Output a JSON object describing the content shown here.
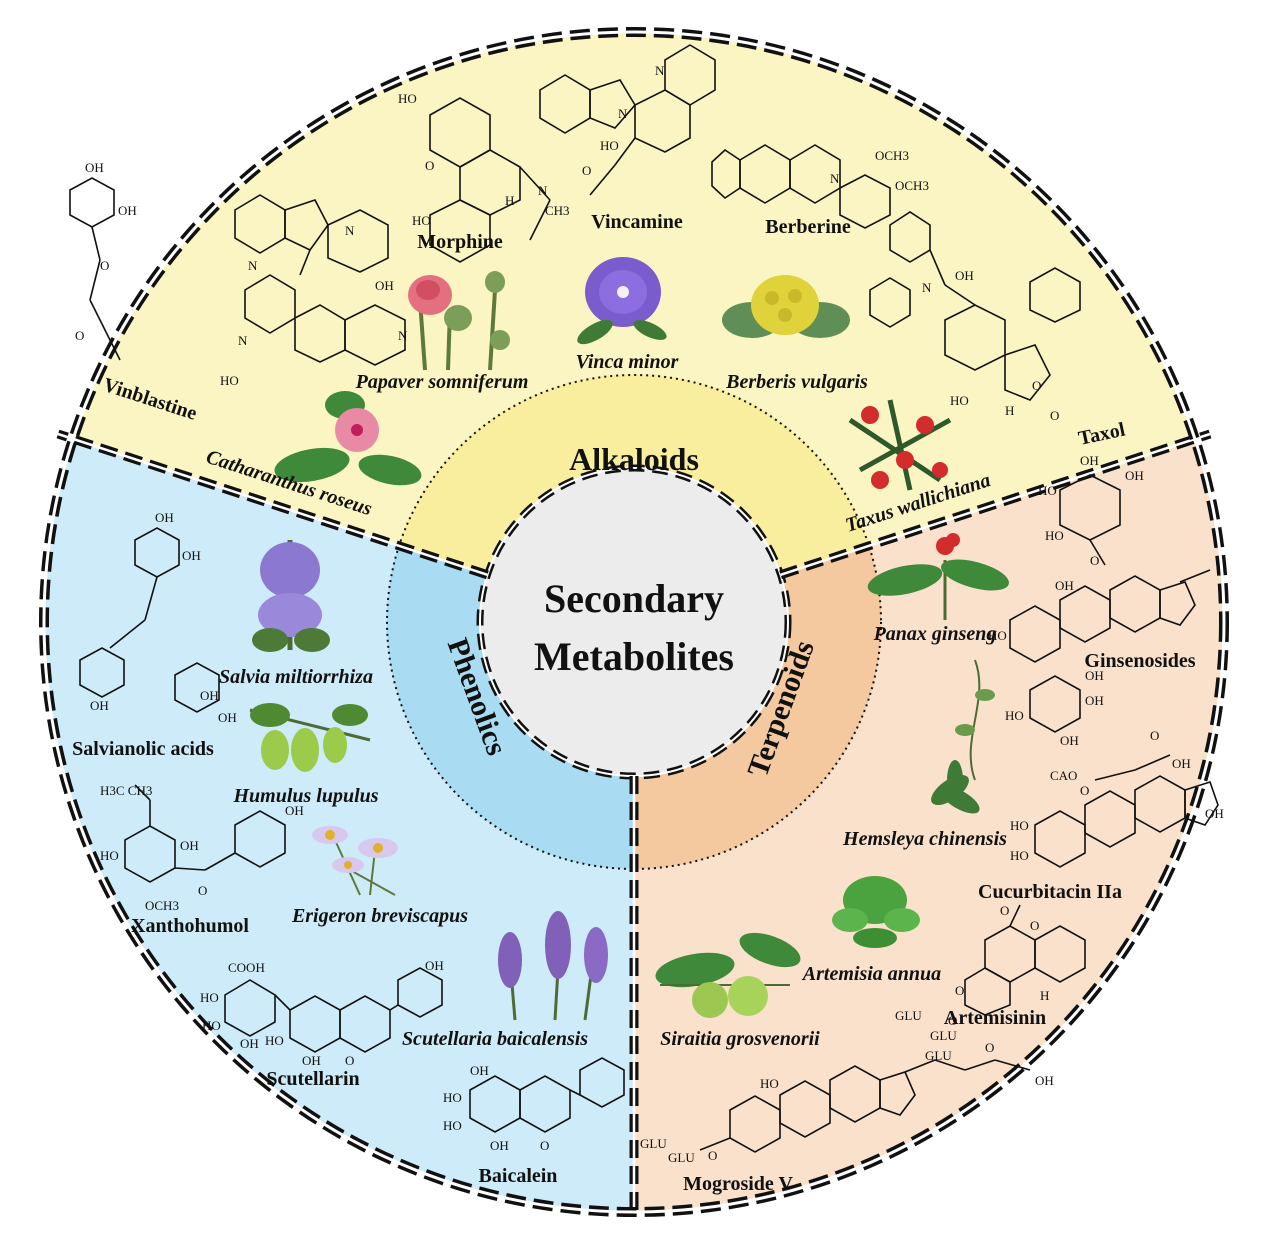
{
  "center": {
    "line1": "Secondary",
    "line2": "Metabolites"
  },
  "categories": {
    "alkaloids": "Alkaloids",
    "phenolics": "Phenolics",
    "terpenoids": "Terpenoids"
  },
  "colors": {
    "alkaloids_bg": "#faf5c3",
    "alkaloids_ring": "#f8ee9e",
    "phenolics_bg": "#cdebf8",
    "phenolics_ring": "#a9dcf2",
    "terpenoids_bg": "#f9e1cb",
    "terpenoids_ring": "#f4c9a0",
    "center": "#ececec"
  },
  "alkaloids": {
    "compounds": [
      "Morphine",
      "Vincamine",
      "Berberine",
      "Vinblastine",
      "Taxol"
    ],
    "plants": [
      "Papaver somniferum",
      "Vinca minor",
      "Berberis vulgaris",
      "Catharanthus roseus",
      "Taxus wallichiana"
    ]
  },
  "phenolics": {
    "compounds": [
      "Salvianolic acids",
      "Xanthohumol",
      "Scutellarin",
      "Baicalein"
    ],
    "plants": [
      "Salvia miltiorrhiza",
      "Humulus lupulus",
      "Erigeron breviscapus",
      "Scutellaria baicalensis"
    ]
  },
  "terpenoids": {
    "compounds": [
      "Ginsenosides",
      "Cucurbitacin IIa",
      "Artemisinin",
      "Mogroside V"
    ],
    "plants": [
      "Panax ginseng",
      "Hemsleya chinensis",
      "Artemisia annua",
      "Siraitia grosvenorii"
    ]
  },
  "chem_labels": {
    "ho": "HO",
    "oh": "OH",
    "n": "N",
    "h": "H",
    "o": "O",
    "ch3": "CH3",
    "och3": "OCH3",
    "h3c": "H3C",
    "ch3_pair": "H3C CH3",
    "cooh": "COOH",
    "glu": "GLU",
    "cao": "CAO"
  }
}
